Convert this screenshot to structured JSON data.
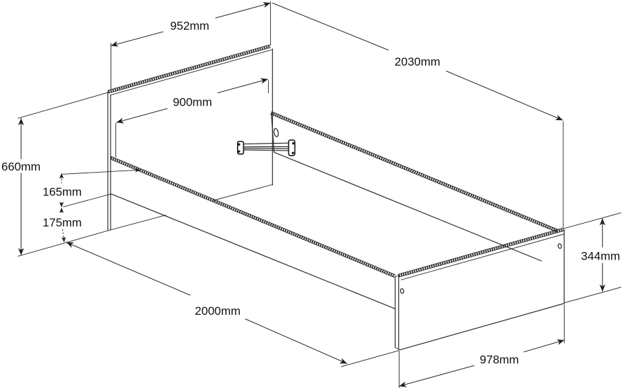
{
  "diagram": {
    "type": "isometric-technical-drawing",
    "subject": "bed-frame",
    "units": "mm",
    "line_color": "#2b2b2b",
    "background_color": "#ffffff",
    "dimensions": {
      "headboard_width": {
        "label": "952mm",
        "value": 952
      },
      "total_length": {
        "label": "2030mm",
        "value": 2030
      },
      "inner_width": {
        "label": "900mm",
        "value": 900
      },
      "headboard_height": {
        "label": "660mm",
        "value": 660
      },
      "rail_height": {
        "label": "165mm",
        "value": 165
      },
      "under_rail_height": {
        "label": "175mm",
        "value": 175
      },
      "inner_length": {
        "label": "2000mm",
        "value": 2000
      },
      "footboard_height": {
        "label": "344mm",
        "value": 344
      },
      "footboard_width": {
        "label": "978mm",
        "value": 978
      }
    }
  }
}
